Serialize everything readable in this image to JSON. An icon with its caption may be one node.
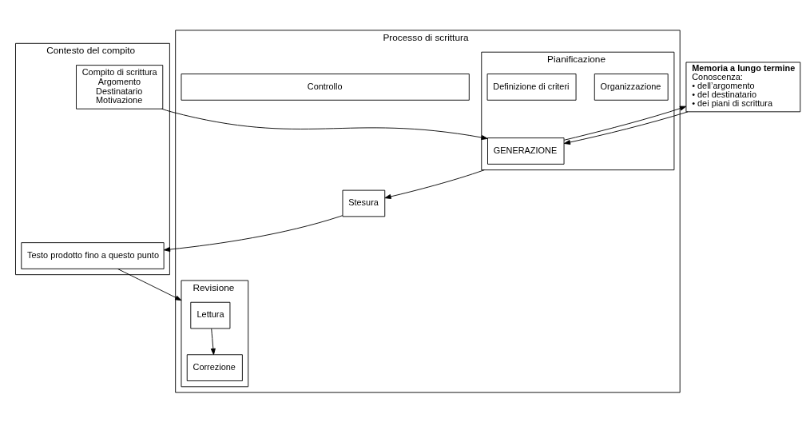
{
  "diagram": {
    "nodes": [
      {
        "text": [
          "Contesto del compito"
        ]
      },
      {
        "text": [
          "Compito di scrittura",
          "Argomento",
          "Destinatario",
          "Motivazione"
        ],
        "in": 0
      },
      {
        "text": [
          "Testo prodotto fino a questo punto"
        ],
        "in": 0
      },
      {
        "text": [
          "Memoria a lungo termine",
          "Conoscenza:",
          "• dell’argomento",
          "• del destinatario",
          "• dei piani di scrittura"
        ]
      },
      {
        "text": [
          "Processo di scrittura"
        ]
      },
      {
        "text": [
          "Pianificazione"
        ],
        "in": 4
      },
      {
        "text": [
          "GENERAZIONE"
        ],
        "in": 5
      },
      {
        "text": [
          "Organizzazione"
        ],
        "in": 5
      },
      {
        "text": [
          "Definizione di criteri"
        ],
        "in": 5
      },
      {
        "text": [
          "Stesura"
        ],
        "in": 4
      },
      {
        "text": [
          "Revisione"
        ],
        "in": 4
      },
      {
        "text": [
          "Lettura"
        ],
        "in": 10
      },
      {
        "text": [
          "Correzione"
        ],
        "in": 10
      },
      {
        "text": [
          "Controllo"
        ],
        "in": 4
      }
    ],
    "edges": [
      {
        "from": 1,
        "to": 6,
        "arrow": "to"
      },
      {
        "from": 3,
        "to": 6,
        "arrow": "to"
      },
      {
        "from": 6,
        "to": 3,
        "arrow": "to"
      },
      {
        "from": 5,
        "to": 9,
        "arrow": "to"
      },
      {
        "from": 9,
        "to": 2,
        "arrow": "to"
      },
      {
        "from": 2,
        "to": 10,
        "arrow": "to"
      },
      {
        "from": 11,
        "to": 12,
        "arrow": "to"
      }
    ]
  }
}
